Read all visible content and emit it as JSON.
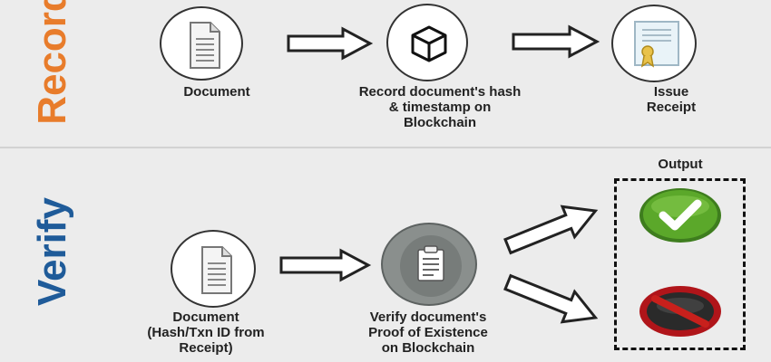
{
  "sections": {
    "record_label": "Record",
    "verify_label": "Verify"
  },
  "colors": {
    "record_label": "#e87c2b",
    "verify_label": "#1f5b99",
    "success": "#5ba82a",
    "reject": "#c8201c"
  },
  "record": {
    "step1": {
      "icon": "document-icon",
      "lines": [
        "Document"
      ]
    },
    "step2": {
      "icon": "blockchain-cube-icon",
      "lines": [
        "Record document's hash",
        "& timestamp on",
        "Blockchain"
      ]
    },
    "step3": {
      "icon": "certificate-receipt-icon",
      "lines": [
        "Issue",
        "Receipt"
      ]
    }
  },
  "verify": {
    "step1": {
      "icon": "document-icon",
      "lines": [
        "Document",
        "(Hash/Txn ID from",
        "Receipt)"
      ]
    },
    "step2": {
      "icon": "clipboard-icon",
      "lines": [
        "Verify document's",
        "Proof of Existence",
        "on Blockchain"
      ]
    },
    "output_title": "Output",
    "outputs": [
      {
        "icon": "checkmark-icon",
        "state": "success"
      },
      {
        "icon": "prohibited-icon",
        "state": "failure"
      }
    ]
  }
}
